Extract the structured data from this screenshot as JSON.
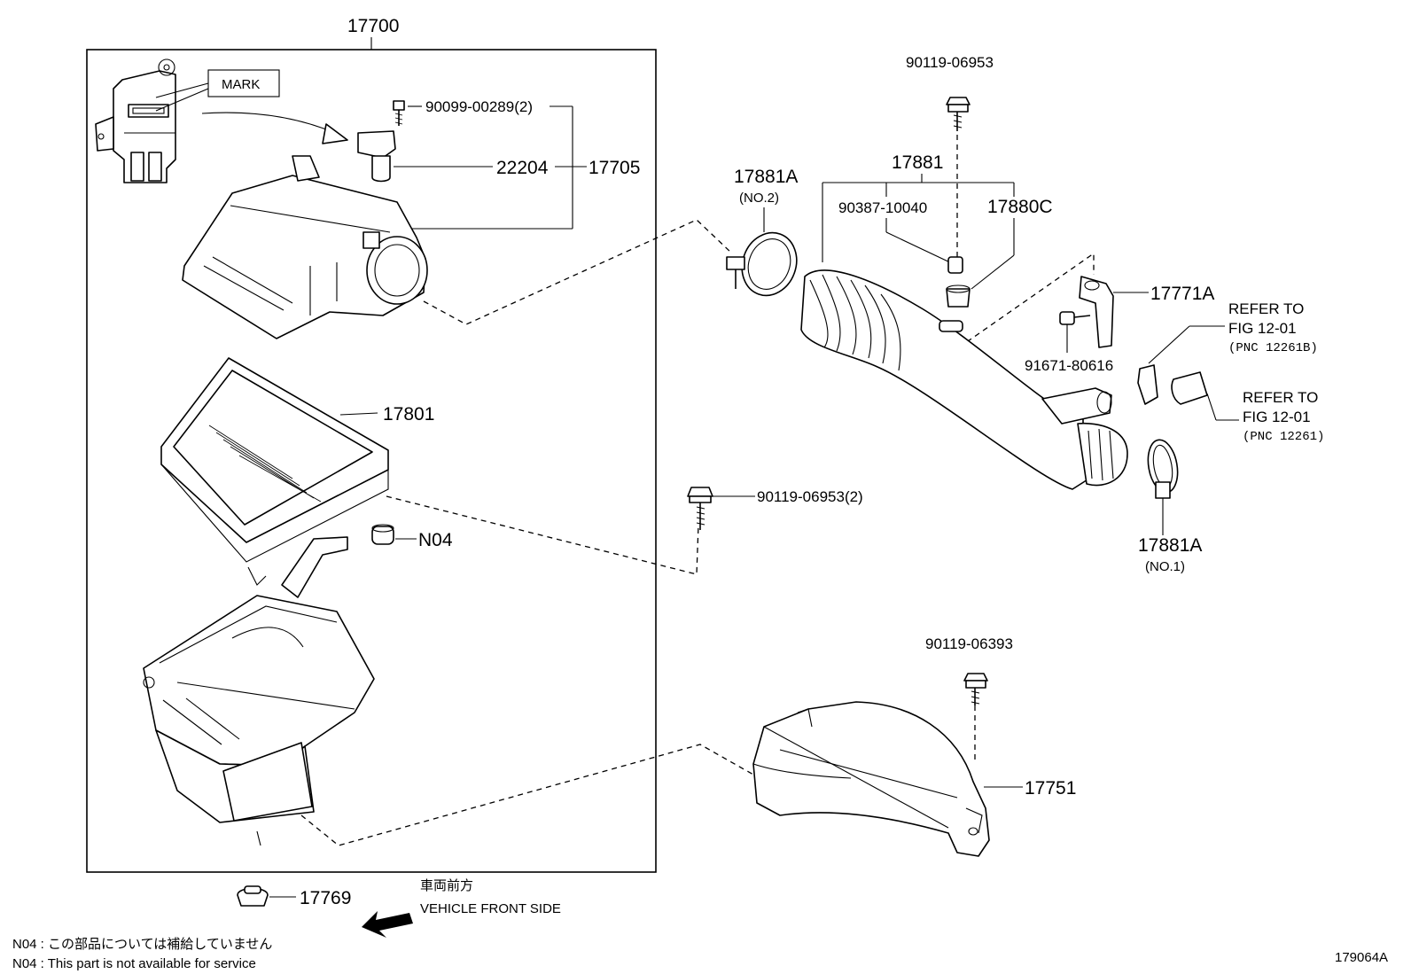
{
  "labels": {
    "p17700": "17700",
    "mark": "MARK",
    "p90099": "90099-00289(2)",
    "p22204": "22204",
    "p17705": "17705",
    "p17801": "17801",
    "n04": "N04",
    "p17769": "17769",
    "p90119a": "90119-06953",
    "p17881": "17881",
    "p17881a_top": "17881A",
    "no2": "(NO.2)",
    "p90387": "90387-10040",
    "p17880c": "17880C",
    "p17771a": "17771A",
    "p91671": "91671-80616",
    "refer1_a": "REFER TO",
    "refer1_b": "FIG 12-01",
    "refer1_c": "(PNC 12261B)",
    "refer2_a": "REFER TO",
    "refer2_b": "FIG 12-01",
    "refer2_c": "(PNC 12261)",
    "p90119b": "90119-06953(2)",
    "p17881a_bot": "17881A",
    "no1": "(NO.1)",
    "p90119c": "90119-06393",
    "p17751": "17751",
    "front_jp": "車両前方",
    "front_en": "VEHICLE FRONT SIDE",
    "note_jp": "N04 : この部品については補給していません",
    "note_en": "N04 : This part is not available for service",
    "fig_id": "179064A"
  }
}
